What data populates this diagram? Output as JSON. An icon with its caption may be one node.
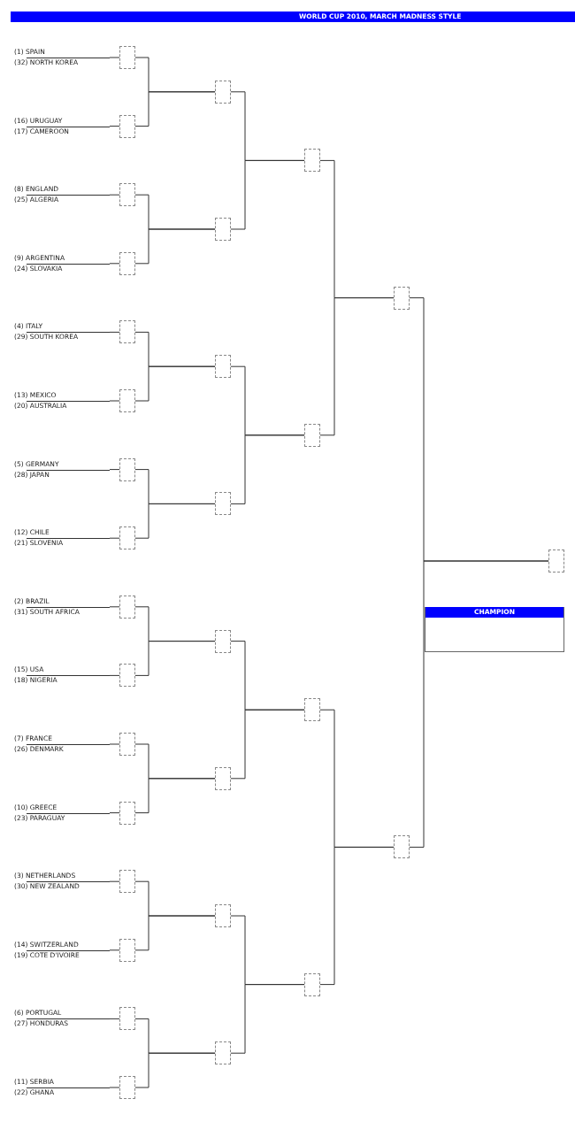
{
  "diagram": {
    "title": "WORLD CUP 2010, MARCH MADNESS STYLE",
    "nodes": [
      {
        "text": [
          "(1) SPAIN",
          "(32) NORTH KOREA"
        ]
      },
      {
        "text": [
          "(16) URUGUAY",
          "(17) CAMEROON"
        ]
      },
      {
        "text": [
          "(8) ENGLAND",
          "(25) ALGERIA"
        ]
      },
      {
        "text": [
          "(9) ARGENTINA",
          "(24) SLOVAKIA"
        ]
      },
      {
        "text": [
          "(4) ITALY",
          "(29) SOUTH KOREA"
        ]
      },
      {
        "text": [
          "(13) MEXICO",
          "(20) AUSTRALIA"
        ]
      },
      {
        "text": [
          "(5) GERMANY",
          "(28) JAPAN"
        ]
      },
      {
        "text": [
          "(12) CHILE",
          "(21) SLOVENIA"
        ]
      },
      {
        "text": [
          "(2) BRAZIL",
          "(31) SOUTH AFRICA"
        ]
      },
      {
        "text": [
          "(15) USA",
          "(18) NIGERIA"
        ]
      },
      {
        "text": [
          "(7) FRANCE",
          "(26) DENMARK"
        ]
      },
      {
        "text": [
          "(10) GREECE",
          "(23) PARAGUAY"
        ]
      },
      {
        "text": [
          "(3) NETHERLANDS",
          "(30) NEW ZEALAND"
        ]
      },
      {
        "text": [
          "(14) SWITZERLAND",
          "(19) COTE D'IVOIRE"
        ]
      },
      {
        "text": [
          "(6) PORTUGAL",
          "(27) HONDURAS"
        ]
      },
      {
        "text": [
          "(11) SERBIA",
          "(22) GHANA"
        ]
      },
      {
        "text": [],
        "shape": "box"
      },
      {
        "text": [],
        "shape": "box"
      },
      {
        "text": [],
        "shape": "box"
      },
      {
        "text": [],
        "shape": "box"
      },
      {
        "text": [],
        "shape": "box"
      },
      {
        "text": [],
        "shape": "box"
      },
      {
        "text": [],
        "shape": "box"
      },
      {
        "text": [],
        "shape": "box"
      },
      {
        "text": [],
        "shape": "box"
      },
      {
        "text": [],
        "shape": "box"
      },
      {
        "text": [],
        "shape": "box"
      },
      {
        "text": [],
        "shape": "box"
      },
      {
        "text": [],
        "shape": "box"
      },
      {
        "text": [],
        "shape": "box"
      },
      {
        "text": [],
        "shape": "box"
      },
      {
        "text": [],
        "shape": "box"
      },
      {
        "text": [],
        "shape": "box"
      },
      {
        "text": [],
        "shape": "box"
      },
      {
        "text": [],
        "shape": "box"
      },
      {
        "text": [],
        "shape": "box"
      },
      {
        "text": [],
        "shape": "box"
      },
      {
        "text": [],
        "shape": "box"
      },
      {
        "text": [],
        "shape": "box"
      },
      {
        "text": [],
        "shape": "box"
      },
      {
        "text": [],
        "shape": "box"
      },
      {
        "text": [],
        "shape": "box"
      },
      {
        "text": [],
        "shape": "box"
      },
      {
        "text": [],
        "shape": "box"
      },
      {
        "text": [],
        "shape": "box"
      },
      {
        "text": [],
        "shape": "box"
      },
      {
        "text": [],
        "shape": "box"
      },
      {
        "text": [
          "CHAMPION"
        ]
      }
    ],
    "edges": [
      {
        "from": 0,
        "to": 16,
        "arrow": "none"
      },
      {
        "from": 1,
        "to": 17,
        "arrow": "none"
      },
      {
        "from": 2,
        "to": 18,
        "arrow": "none"
      },
      {
        "from": 3,
        "to": 19,
        "arrow": "none"
      },
      {
        "from": 4,
        "to": 20,
        "arrow": "none"
      },
      {
        "from": 5,
        "to": 21,
        "arrow": "none"
      },
      {
        "from": 6,
        "to": 22,
        "arrow": "none"
      },
      {
        "from": 7,
        "to": 23,
        "arrow": "none"
      },
      {
        "from": 8,
        "to": 24,
        "arrow": "none"
      },
      {
        "from": 9,
        "to": 25,
        "arrow": "none"
      },
      {
        "from": 10,
        "to": 26,
        "arrow": "none"
      },
      {
        "from": 11,
        "to": 27,
        "arrow": "none"
      },
      {
        "from": 12,
        "to": 28,
        "arrow": "none"
      },
      {
        "from": 13,
        "to": 29,
        "arrow": "none"
      },
      {
        "from": 14,
        "to": 30,
        "arrow": "none"
      },
      {
        "from": 15,
        "to": 31,
        "arrow": "none"
      },
      {
        "from": 16,
        "to": 32,
        "arrow": "none"
      },
      {
        "from": 17,
        "to": 32,
        "arrow": "none"
      },
      {
        "from": 18,
        "to": 33,
        "arrow": "none"
      },
      {
        "from": 19,
        "to": 33,
        "arrow": "none"
      },
      {
        "from": 20,
        "to": 34,
        "arrow": "none"
      },
      {
        "from": 21,
        "to": 34,
        "arrow": "none"
      },
      {
        "from": 22,
        "to": 35,
        "arrow": "none"
      },
      {
        "from": 23,
        "to": 35,
        "arrow": "none"
      },
      {
        "from": 24,
        "to": 36,
        "arrow": "none"
      },
      {
        "from": 25,
        "to": 36,
        "arrow": "none"
      },
      {
        "from": 26,
        "to": 37,
        "arrow": "none"
      },
      {
        "from": 27,
        "to": 37,
        "arrow": "none"
      },
      {
        "from": 28,
        "to": 38,
        "arrow": "none"
      },
      {
        "from": 29,
        "to": 38,
        "arrow": "none"
      },
      {
        "from": 30,
        "to": 39,
        "arrow": "none"
      },
      {
        "from": 31,
        "to": 39,
        "arrow": "none"
      },
      {
        "from": 32,
        "to": 40,
        "arrow": "none"
      },
      {
        "from": 33,
        "to": 40,
        "arrow": "none"
      },
      {
        "from": 34,
        "to": 41,
        "arrow": "none"
      },
      {
        "from": 35,
        "to": 41,
        "arrow": "none"
      },
      {
        "from": 36,
        "to": 42,
        "arrow": "none"
      },
      {
        "from": 37,
        "to": 42,
        "arrow": "none"
      },
      {
        "from": 38,
        "to": 43,
        "arrow": "none"
      },
      {
        "from": 39,
        "to": 43,
        "arrow": "none"
      },
      {
        "from": 40,
        "to": 44,
        "arrow": "none"
      },
      {
        "from": 41,
        "to": 44,
        "arrow": "none"
      },
      {
        "from": 42,
        "to": 45,
        "arrow": "none"
      },
      {
        "from": 43,
        "to": 45,
        "arrow": "none"
      },
      {
        "from": 44,
        "to": 46,
        "arrow": "none"
      },
      {
        "from": 45,
        "to": 46,
        "arrow": "none"
      }
    ]
  }
}
